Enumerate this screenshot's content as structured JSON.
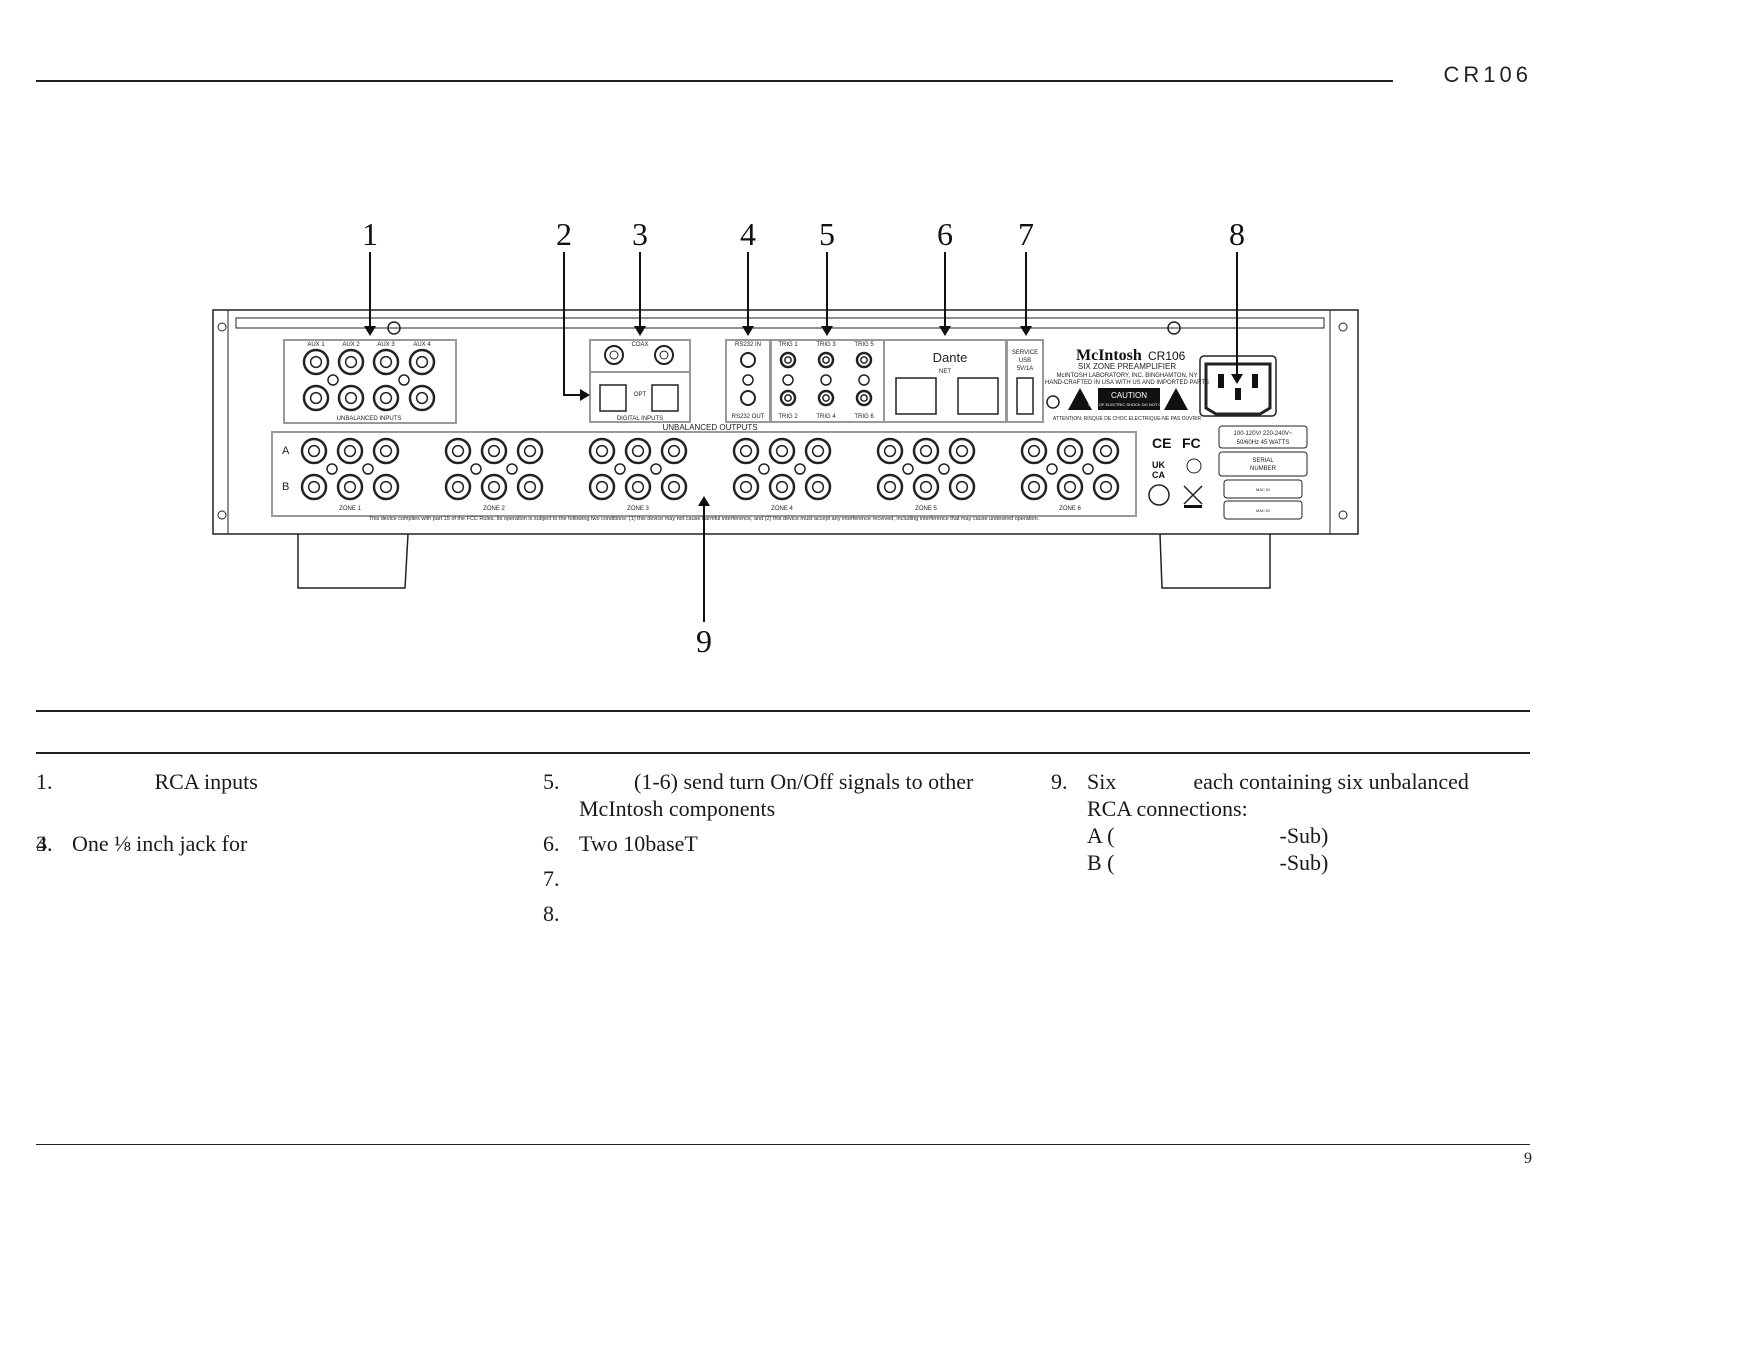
{
  "header": {
    "model": "CR106"
  },
  "callouts": [
    "1",
    "2",
    "3",
    "4",
    "5",
    "6",
    "7",
    "8",
    "9"
  ],
  "panel": {
    "aux": [
      "AUX 1",
      "AUX 2",
      "AUX 3",
      "AUX 4"
    ],
    "unbalanced_inputs": "UNBALANCED INPUTS",
    "coax": "COAX",
    "opt": "OPT",
    "digital_inputs": "DIGITAL INPUTS",
    "rs232_in": "RS232 IN",
    "rs232_out": "RS232 OUT",
    "trig": [
      "TRIG 1",
      "TRIG 3",
      "TRIG 5",
      "TRIG 2",
      "TRIG 4",
      "TRIG 6"
    ],
    "dante": "Dante",
    "net": "NET",
    "service": [
      "SERVICE",
      "USB",
      "5V/1A"
    ],
    "brand": "McIntosh",
    "brand_model": "CR106",
    "brand_sub": "SIX ZONE PREAMPLIFIER",
    "brand_lab": "McINTOSH LABORATORY, INC. BINGHAMTON, NY",
    "brand_made": "HAND-CRAFTED IN USA WITH US AND IMPORTED PARTS",
    "caution": "CAUTION",
    "caution_sub": "RISK OF ELECTRIC SHOCK DO NOT OPEN",
    "attention": "ATTENTION: RISQUE DE CHOC ELECTRIQUE-NE PAS OUVRIR",
    "unbalanced_outputs": "UNBALANCED OUTPUTS",
    "zones": [
      "ZONE 1",
      "ZONE 2",
      "ZONE 3",
      "ZONE 4",
      "ZONE 5",
      "ZONE 6"
    ],
    "row_a": "A",
    "row_b": "B",
    "power": [
      "100-120V/ 220-240V~",
      "50/60Hz 45 WATTS"
    ],
    "serial": [
      "SERIAL",
      "NUMBER"
    ],
    "mac": "MAC ID",
    "fcc_note": "This device complies with part 15 of the FCC Rules. Its operation is subject to the following two conditions: (1) this device may not cause harmful interference, and (2) this device must accept any interference received, including interference that may cause undesired operation."
  },
  "list_col1": [
    {
      "n": "1.",
      "t": "               RCA inputs"
    },
    {
      "n": "",
      "t": ""
    },
    {
      "n": "3.",
      "t": ""
    },
    {
      "n": "4.",
      "t": "One ⅛ inch jack for"
    }
  ],
  "list_col2": [
    {
      "n": "5.",
      "t": "          (1-6) send turn On/Off signals to other\nMcIntosh components"
    },
    {
      "n": "6.",
      "t": "Two 10baseT"
    },
    {
      "n": "7.",
      "t": ""
    },
    {
      "n": "8.",
      "t": ""
    }
  ],
  "list_col3": [
    {
      "n": "9.",
      "t": "Six              each containing six unbalanced\nRCA connections:\nA (                              -Sub)\nB (                              -Sub)"
    }
  ],
  "page_number": "9"
}
